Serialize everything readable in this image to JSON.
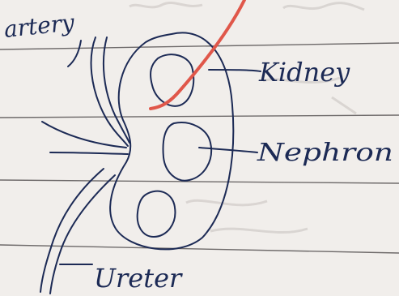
{
  "diagram": {
    "labels": {
      "artery": "artery",
      "kidney": "Kidney",
      "nephron": "Nephron",
      "ureter": "Ureter"
    },
    "colors": {
      "paper": "#f1eeeb",
      "ink": "#1c2a55",
      "rule_line": "#6e6a6a",
      "red_pen": "#e0574a",
      "faint_backprint": "#b9b3b0"
    }
  }
}
